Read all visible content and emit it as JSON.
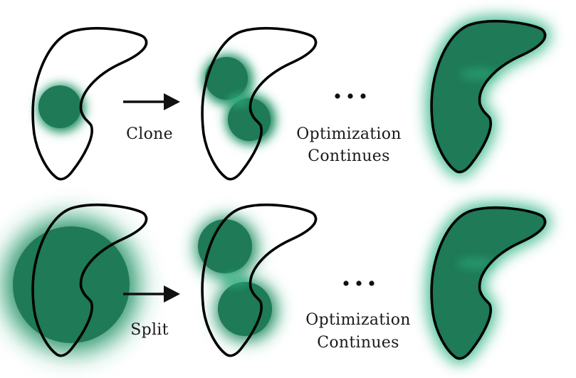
{
  "diagram": {
    "rows": [
      {
        "operation_label": "Clone",
        "continue_label_line1": "Optimization",
        "continue_label_line2": "Continues"
      },
      {
        "operation_label": "Split",
        "continue_label_line1": "Optimization",
        "continue_label_line2": "Continues"
      }
    ],
    "colors": {
      "gaussian": "#1e7a57",
      "gaussian_halo": "#2fb585",
      "outline": "#000000",
      "arrow": "#111111"
    }
  }
}
